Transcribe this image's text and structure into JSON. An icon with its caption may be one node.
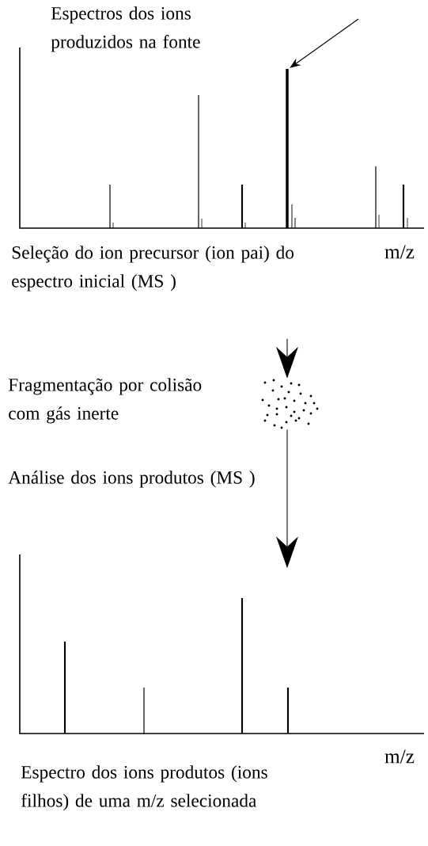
{
  "diagram": {
    "nodes": [
      {
        "text": [
          "Espectros dos ions produzidos na fonte"
        ]
      },
      {
        "text": [],
        "shape": "bar"
      },
      {
        "text": [
          "Seleção do ion precursor (ion pai) do espectro inicial (MS )"
        ]
      },
      {
        "text": [
          "Fragmentação por colisão com gás inerte"
        ]
      },
      {
        "text": [],
        "shape": "picture"
      },
      {
        "text": [
          "Análise dos ions produtos (MS )"
        ]
      },
      {
        "text": [
          "Espectro dos ions produtos (ions filhos) de uma m/z selecionada"
        ]
      }
    ],
    "edges": [
      {
        "from": null,
        "to": 1,
        "arrow": "to"
      },
      {
        "from": null,
        "to": 4,
        "arrow": "to"
      },
      {
        "from": 4,
        "to": null,
        "arrow": "to"
      }
    ],
    "labels": [
      "m/z",
      "m/z"
    ]
  }
}
